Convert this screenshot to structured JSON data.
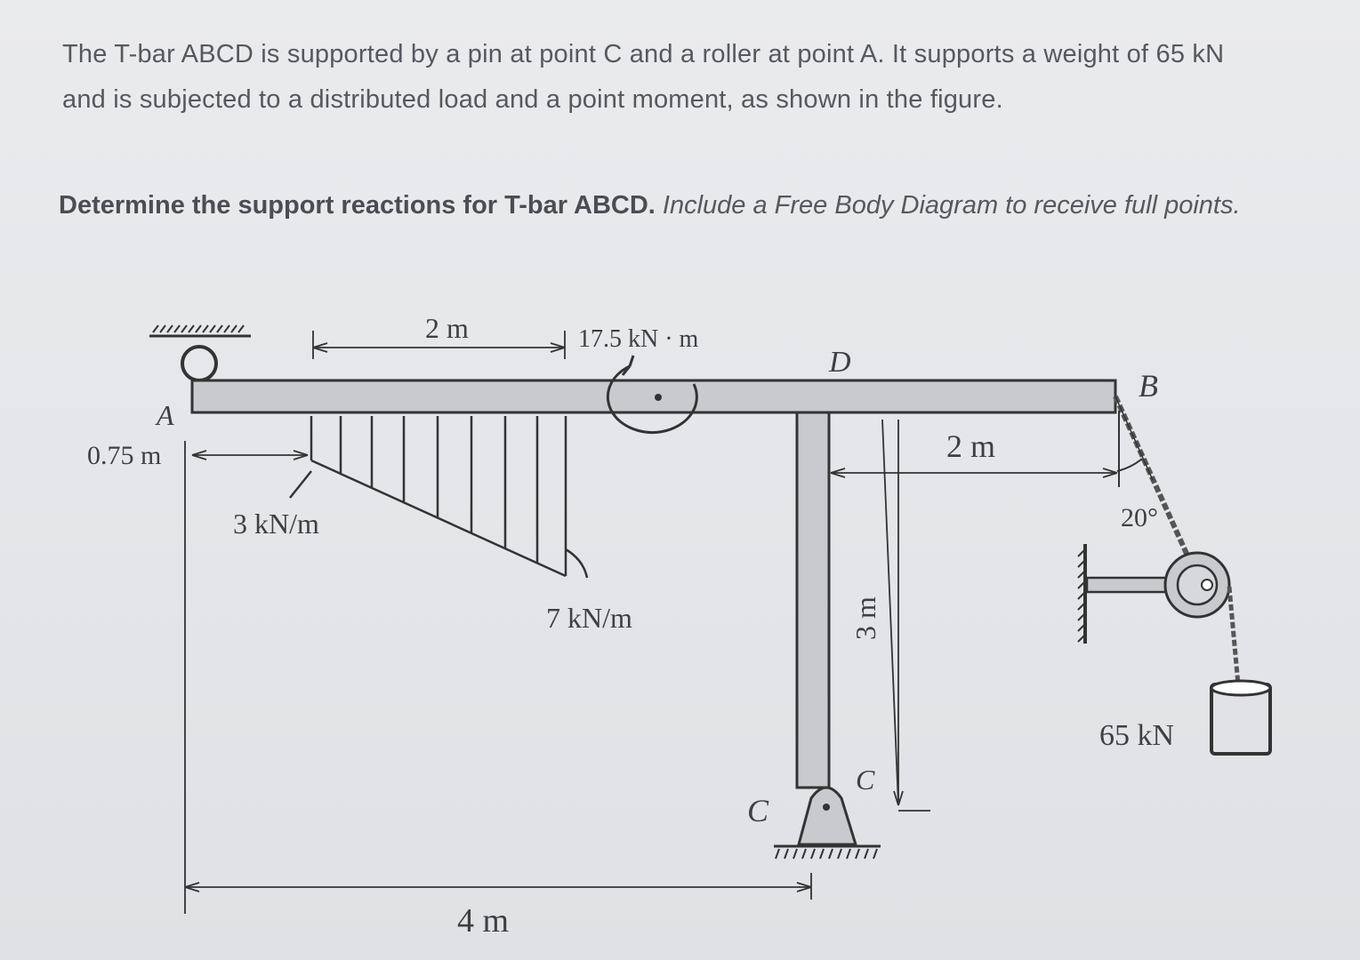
{
  "problem": {
    "statement": "The T-bar ABCD is supported by a pin at point C and a roller at point A. It supports a weight of 65 kN and is subjected to a distributed load and a point moment, as shown in the figure.",
    "task_bold": "Determine the support reactions for T-bar ABCD.",
    "task_italic": "Include a Free Body Diagram to receive full points."
  },
  "figure": {
    "point_labels": {
      "A": "A",
      "B": "B",
      "C": "C",
      "D": "D"
    },
    "dimensions": {
      "dim_2m_top": "2 m",
      "dim_075m": "0.75 m",
      "dim_2m_right": "2 m",
      "dim_3m": "3 m",
      "dim_4m": "4 m"
    },
    "loads": {
      "moment": "17.5 kN · m",
      "w_start": "3 kN/m",
      "w_end": "7 kN/m",
      "weight": "65 kN",
      "angle": "20°"
    }
  }
}
